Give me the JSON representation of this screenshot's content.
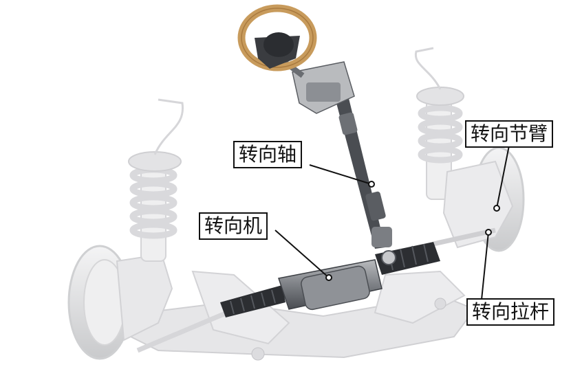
{
  "labels": {
    "steering_shaft": "转向轴",
    "steering_knuckle": "转向节臂",
    "steering_gear": "转向机",
    "tie_rod": "转向拉杆"
  },
  "colors": {
    "wheel_rim": "#c89b5c",
    "parts_light": "#e9e9ea",
    "parts_mid": "#cfd0d2",
    "parts_dark": "#3a3c40",
    "leader": "#111111"
  }
}
